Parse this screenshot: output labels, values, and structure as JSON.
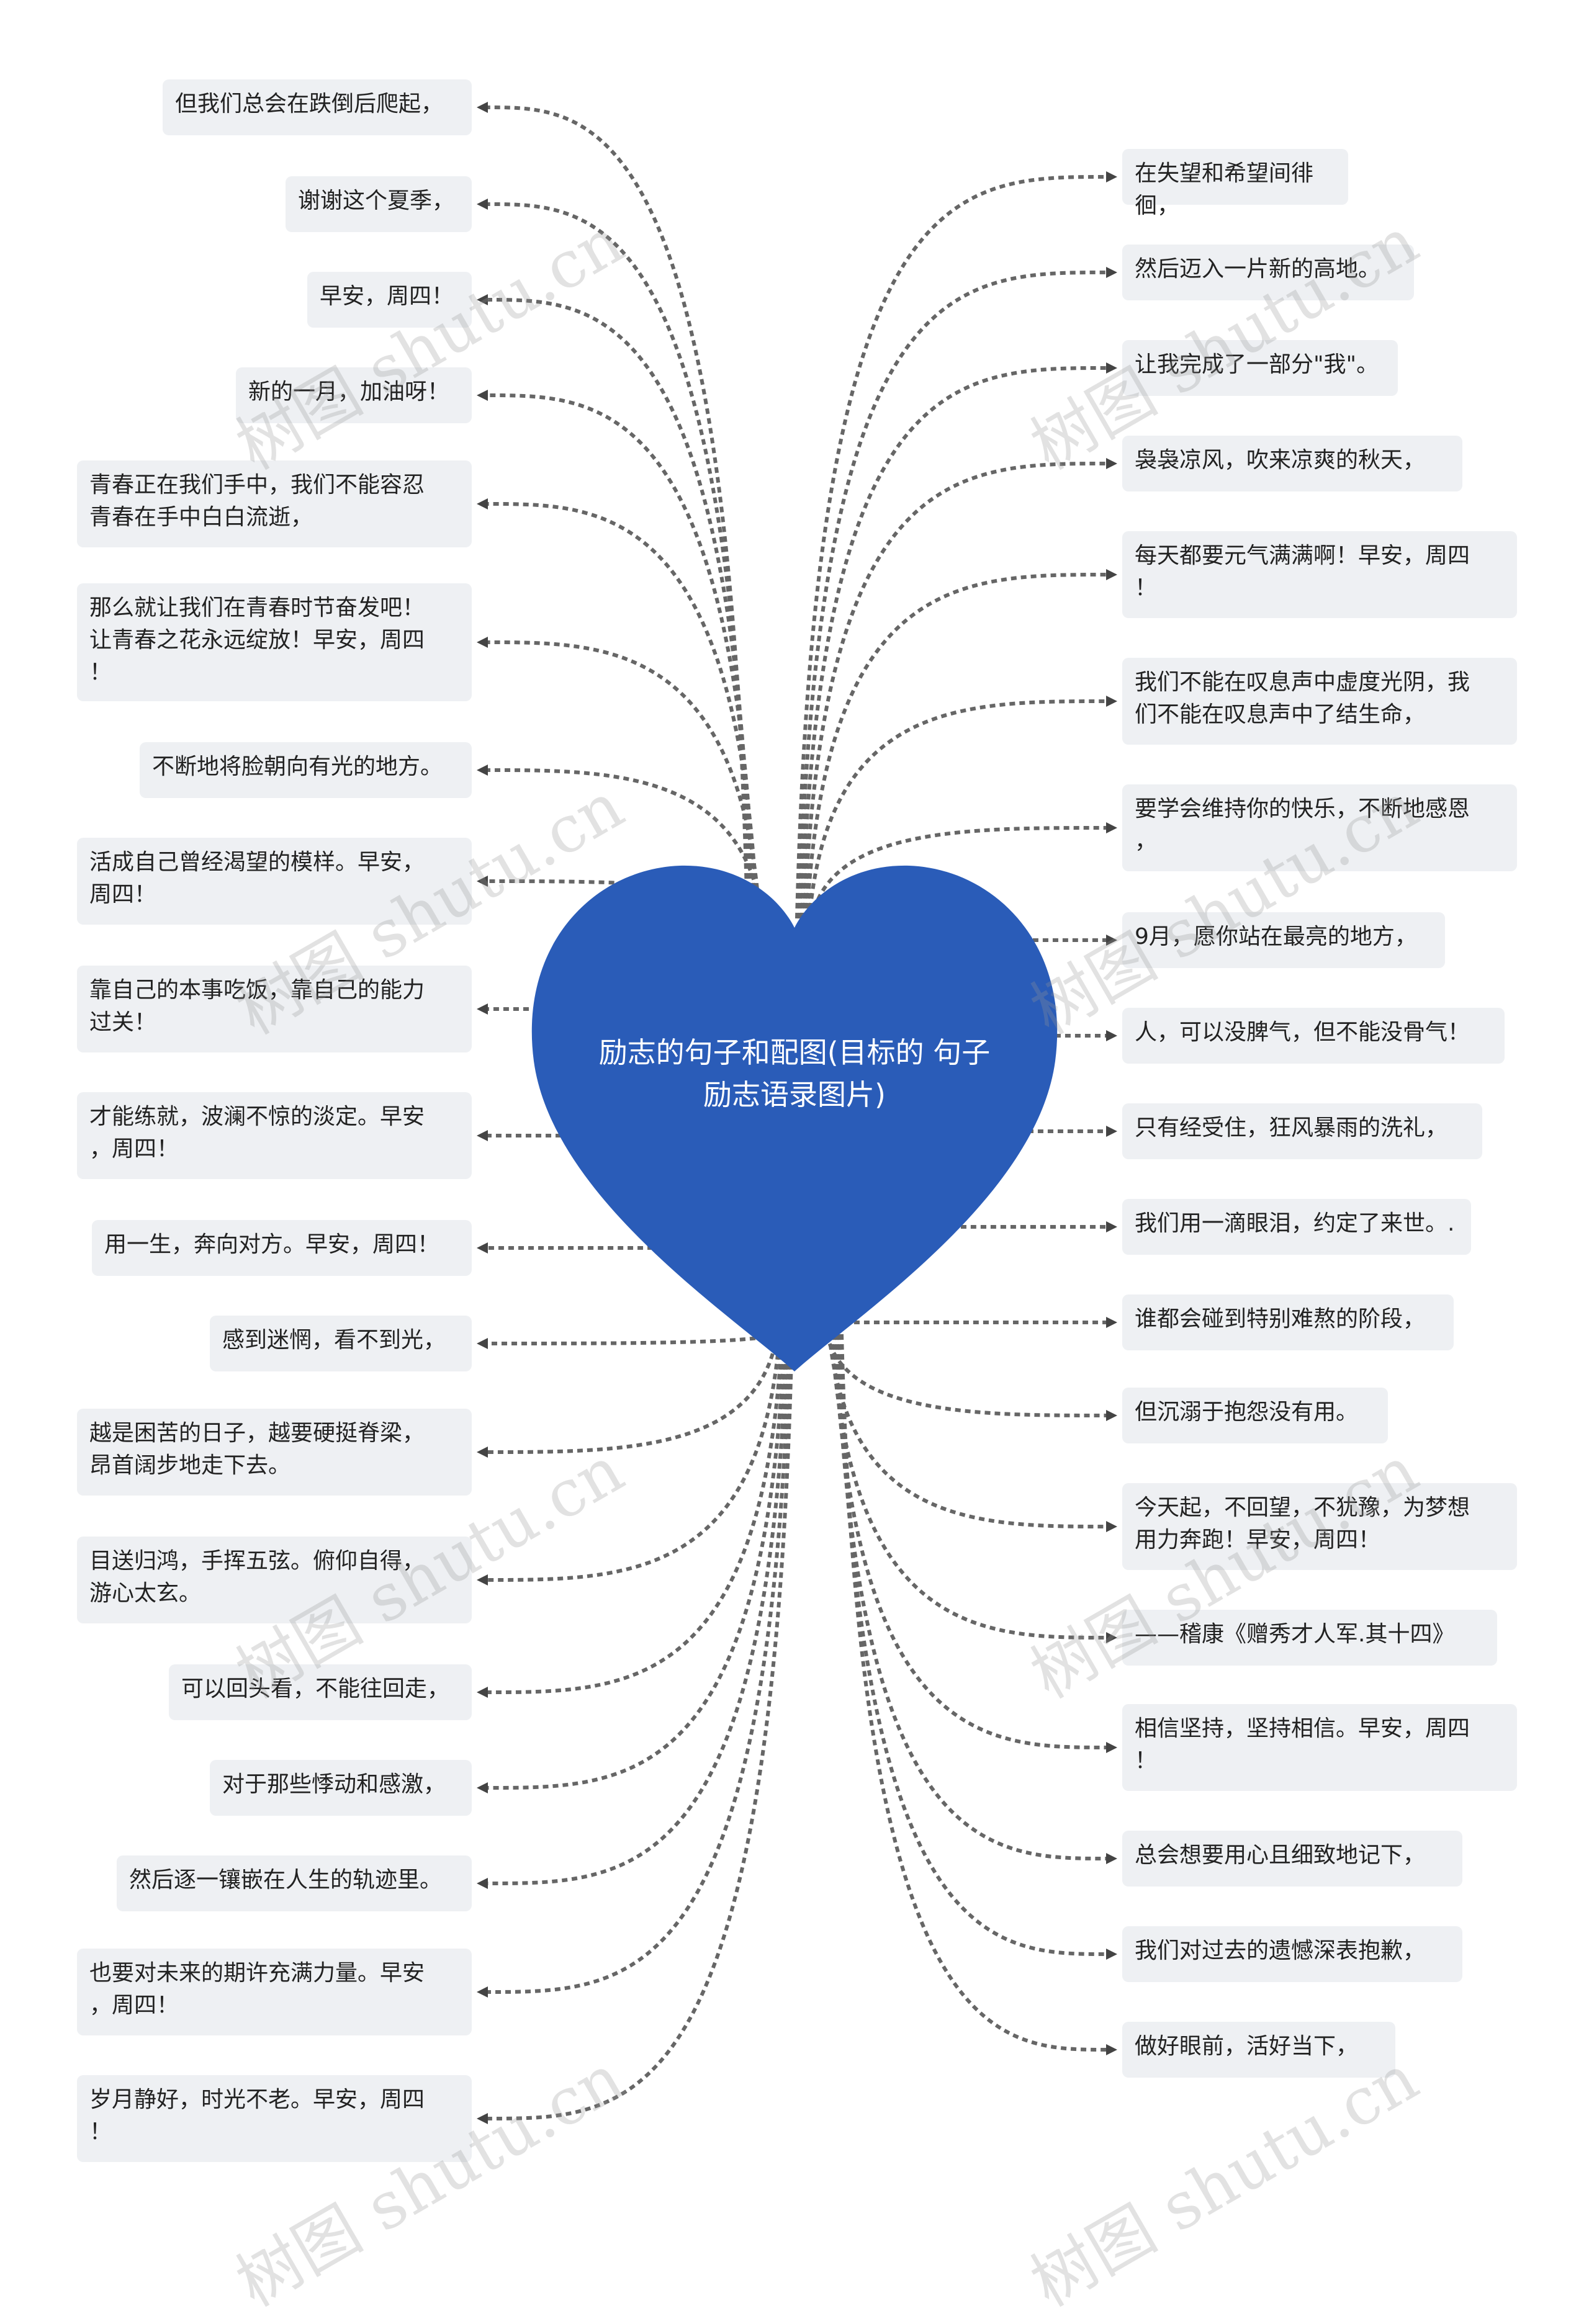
{
  "root": {
    "text": "励志的句子和配图(目标的\n句子励志语录图片)",
    "color": "#2a5cb8"
  },
  "left_nodes": [
    {
      "text": "但我们总会在跌倒后爬起，"
    },
    {
      "text": "谢谢这个夏季，"
    },
    {
      "text": "早安，周四！"
    },
    {
      "text": "新的一月，加油呀！"
    },
    {
      "text": "青春正在我们手中，我们不能容忍\n青春在手中白白流逝，"
    },
    {
      "text": "那么就让我们在青春时节奋发吧！\n让青春之花永远绽放！早安，周四\n！"
    },
    {
      "text": "不断地将脸朝向有光的地方。"
    },
    {
      "text": "活成自己曾经渴望的模样。早安，\n周四！"
    },
    {
      "text": "靠自己的本事吃饭，靠自己的能力\n过关！"
    },
    {
      "text": "才能练就，波澜不惊的淡定。早安\n，周四！"
    },
    {
      "text": "用一生，奔向对方。早安，周四！"
    },
    {
      "text": "感到迷惘，看不到光，"
    },
    {
      "text": "越是困苦的日子，越要硬挺脊梁，\n昂首阔步地走下去。"
    },
    {
      "text": "目送归鸿，手挥五弦。俯仰自得，\n游心太玄。"
    },
    {
      "text": "可以回头看，不能往回走，"
    },
    {
      "text": "对于那些悸动和感激，"
    },
    {
      "text": "然后逐一镶嵌在人生的轨迹里。"
    },
    {
      "text": "也要对未来的期许充满力量。早安\n，周四！"
    },
    {
      "text": "岁月静好，时光不老。早安，周四\n！"
    }
  ],
  "right_nodes": [
    {
      "text": "在失望和希望间徘徊，"
    },
    {
      "text": "然后迈入一片新的高地。"
    },
    {
      "text": "让我完成了一部分\"我\"。"
    },
    {
      "text": "袅袅凉风，吹来凉爽的秋天，"
    },
    {
      "text": "每天都要元气满满啊！早安，周四\n！"
    },
    {
      "text": "我们不能在叹息声中虚度光阴，我\n们不能在叹息声中了结生命，"
    },
    {
      "text": "要学会维持你的快乐，不断地感恩\n，"
    },
    {
      "text": "9月，愿你站在最亮的地方，"
    },
    {
      "text": "人，可以没脾气，但不能没骨气！"
    },
    {
      "text": "只有经受住，狂风暴雨的洗礼，"
    },
    {
      "text": "我们用一滴眼泪，约定了来世。."
    },
    {
      "text": "谁都会碰到特别难熬的阶段，"
    },
    {
      "text": "但沉溺于抱怨没有用。"
    },
    {
      "text": "今天起，不回望，不犹豫，为梦想\n用力奔跑！早安，周四！"
    },
    {
      "text": "——稽康《赠秀才人军.其十四》"
    },
    {
      "text": "相信坚持，坚持相信。早安，周四\n！"
    },
    {
      "text": "总会想要用心且细致地记下，"
    },
    {
      "text": "我们对过去的遗憾深表抱歉，"
    },
    {
      "text": "做好眼前，活好当下，"
    }
  ],
  "watermark": "树图 shutu.cn",
  "colors": {
    "node_bg": "#eef0f3",
    "link": "#666666",
    "heart": "#2a5cb8"
  }
}
